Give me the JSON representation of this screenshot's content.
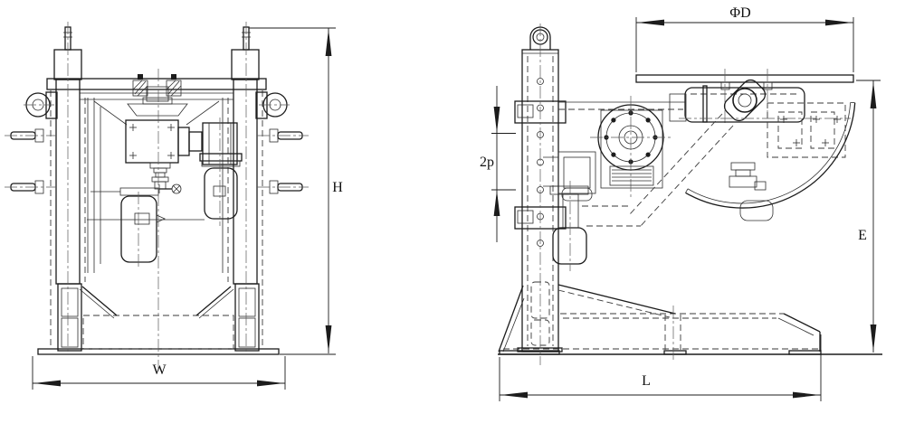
{
  "drawing": {
    "background_color": "#ffffff",
    "line_color": "#1c1c1c",
    "views": {
      "front_view": {
        "dimensions": {
          "width": "W",
          "height": "H"
        }
      },
      "side_view": {
        "dimensions": {
          "table_diameter": "ΦD",
          "hole_pitch": "2p",
          "table_height": "E",
          "base_length": "L"
        }
      }
    }
  }
}
